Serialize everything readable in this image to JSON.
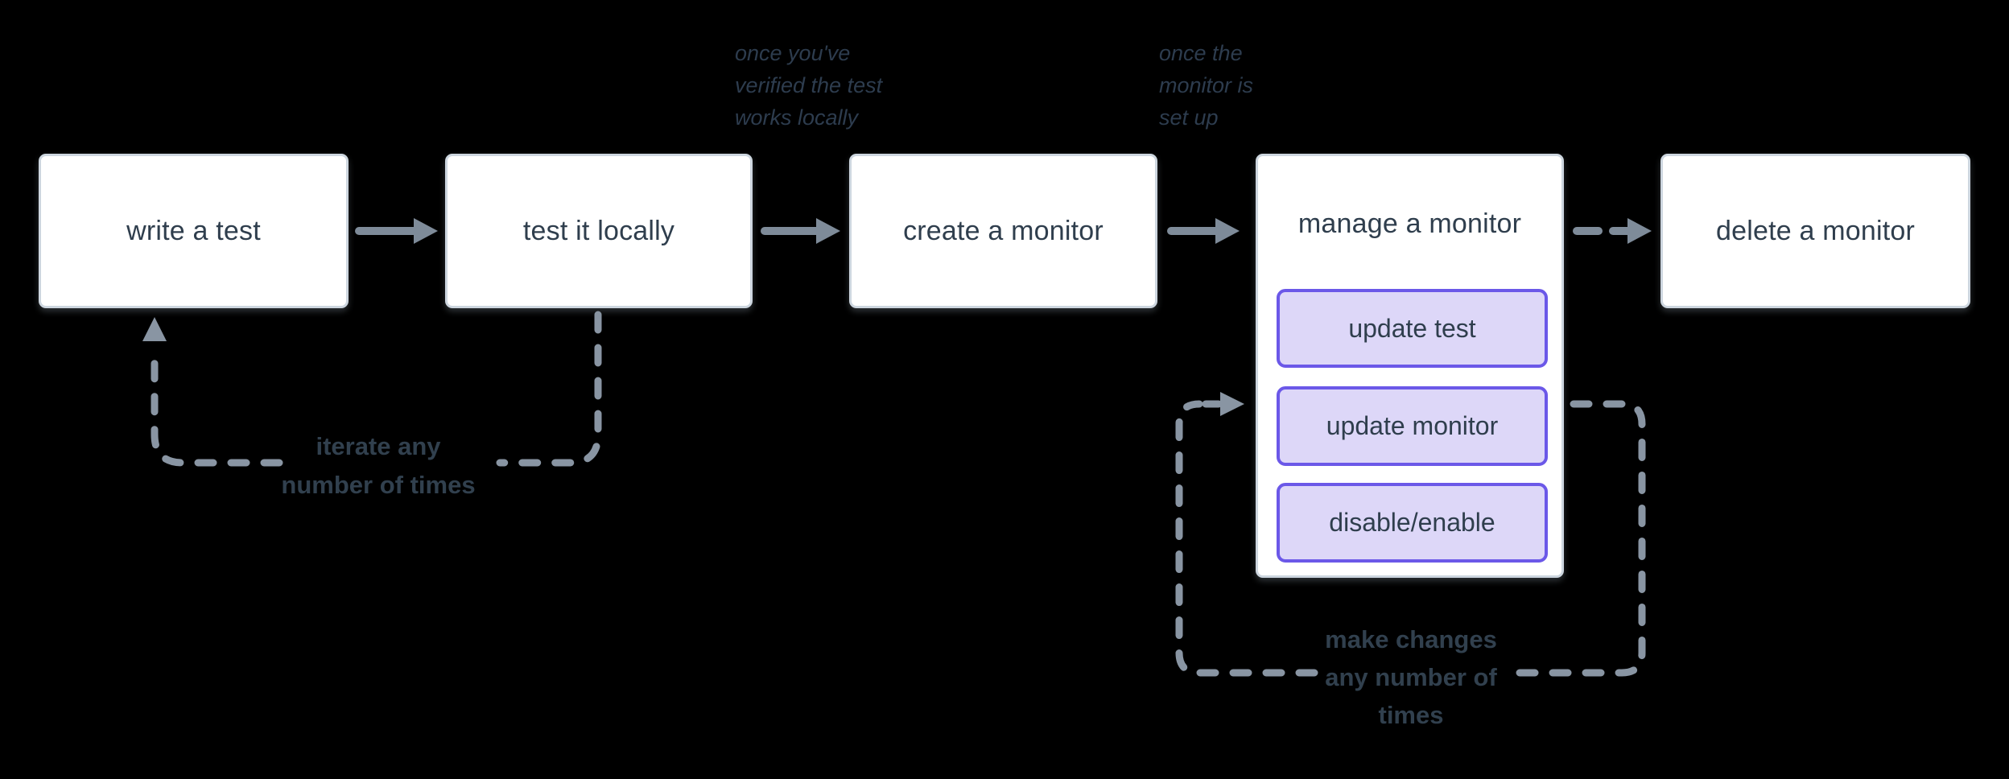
{
  "theme": {
    "colors": {
      "bg": "#000000",
      "box-fill": "#ffffff",
      "box-border": "#cdd6df",
      "box-text": "#2f3e4d",
      "accent-border": "#6b58e8",
      "accent-fill": "#ddd7f8",
      "arrow": "#7e8b99",
      "dashed": "#8995a3",
      "note-text": "#2d3c4e",
      "loop-text": "#31404e"
    }
  },
  "diagram": {
    "nodes": [
      {
        "label": "write a test"
      },
      {
        "label": "test it locally"
      },
      {
        "label": "create a monitor"
      },
      {
        "label": "manage a monitor",
        "sub_actions": [
          "update test",
          "update monitor",
          "disable/enable"
        ]
      },
      {
        "label": "delete a monitor"
      }
    ],
    "edges": [
      {
        "from": "write a test",
        "to": "test it locally",
        "style": "solid"
      },
      {
        "from": "test it locally",
        "to": "create a monitor",
        "style": "solid",
        "note": [
          "once you've",
          "verified the test",
          "works locally"
        ]
      },
      {
        "from": "create a monitor",
        "to": "manage a monitor",
        "style": "solid",
        "note": [
          "once the",
          "monitor is",
          "set up"
        ]
      },
      {
        "from": "manage a monitor",
        "to": "delete a monitor",
        "style": "dashed"
      },
      {
        "from": "test it locally",
        "to": "write a test",
        "style": "dashed-loop",
        "label": [
          "iterate any",
          "number of times"
        ]
      },
      {
        "from": "manage a monitor",
        "to": "manage a monitor",
        "style": "dashed-loop",
        "label": [
          "make changes",
          "any number of",
          "times"
        ]
      }
    ]
  }
}
